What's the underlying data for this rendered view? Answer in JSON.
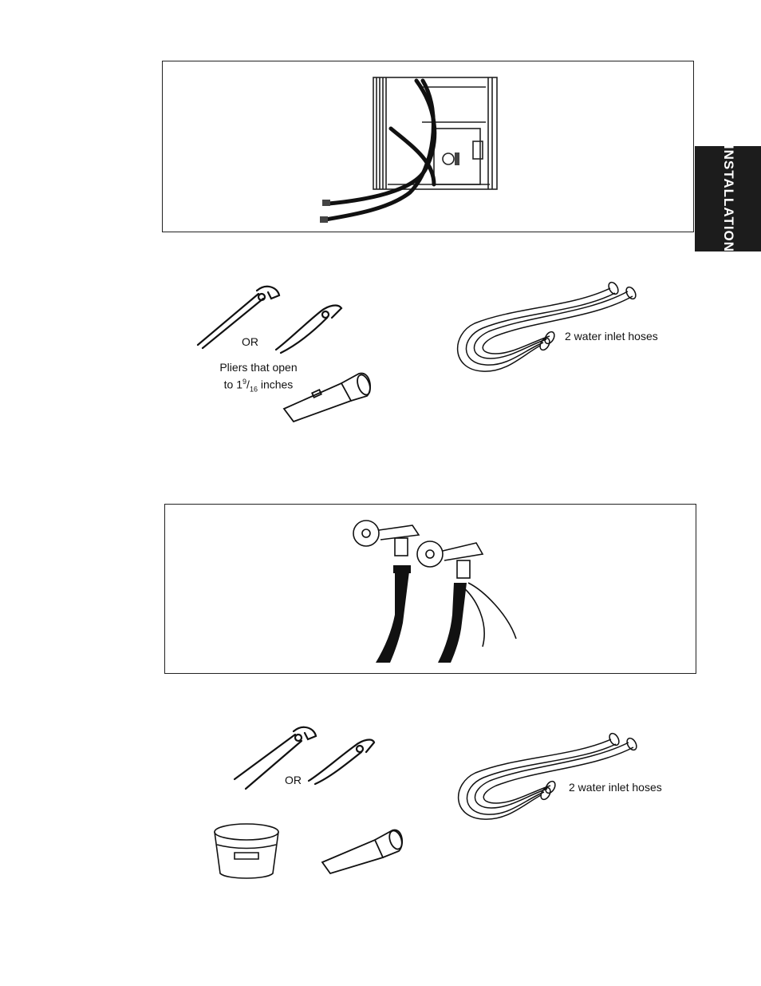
{
  "side_tab": {
    "label": "INSTALLATION",
    "background": "#1c1c1c"
  },
  "section_one": {
    "tools": {
      "or_label": "OR",
      "pliers_caption_line1": "Pliers that open",
      "pliers_caption_prefix": "to 1",
      "pliers_caption_numerator": "9",
      "pliers_caption_denominator": "16",
      "pliers_caption_suffix": " inches"
    },
    "hoses_label": "2 water inlet hoses"
  },
  "section_two": {
    "tools": {
      "or_label": "OR"
    },
    "hoses_label": "2 water inlet hoses"
  }
}
